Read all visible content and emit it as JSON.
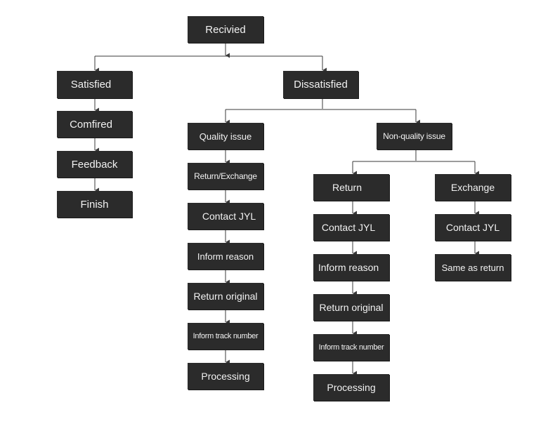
{
  "nodes": {
    "received": "Recivied",
    "satisfied": "Satisfied",
    "confirmed": "Comfired",
    "feedback": "Feedback",
    "finish": "Finish",
    "dissatisfied": "Dissatisfied",
    "quality_issue": "Quality issue",
    "q_return_exchange": "Return/Exchange",
    "q_contact": "Contact JYL",
    "q_inform_reason": "Inform reason",
    "q_return_original": "Return original",
    "q_track_number": "Inform track number",
    "q_processing": "Processing",
    "non_quality_issue": "Non-quality issue",
    "nq_return": "Return",
    "nq_return_contact": "Contact JYL",
    "nq_return_inform_reason": "Inform reason",
    "nq_return_original": "Return original",
    "nq_return_track_number": "Inform track number",
    "nq_return_processing": "Processing",
    "nq_exchange": "Exchange",
    "nq_exchange_contact": "Contact JYL",
    "nq_exchange_same": "Same as return"
  },
  "colors": {
    "node_fill": "#2b2b2b",
    "node_text": "#f2f2f2",
    "connector": "#3a3a3a"
  }
}
